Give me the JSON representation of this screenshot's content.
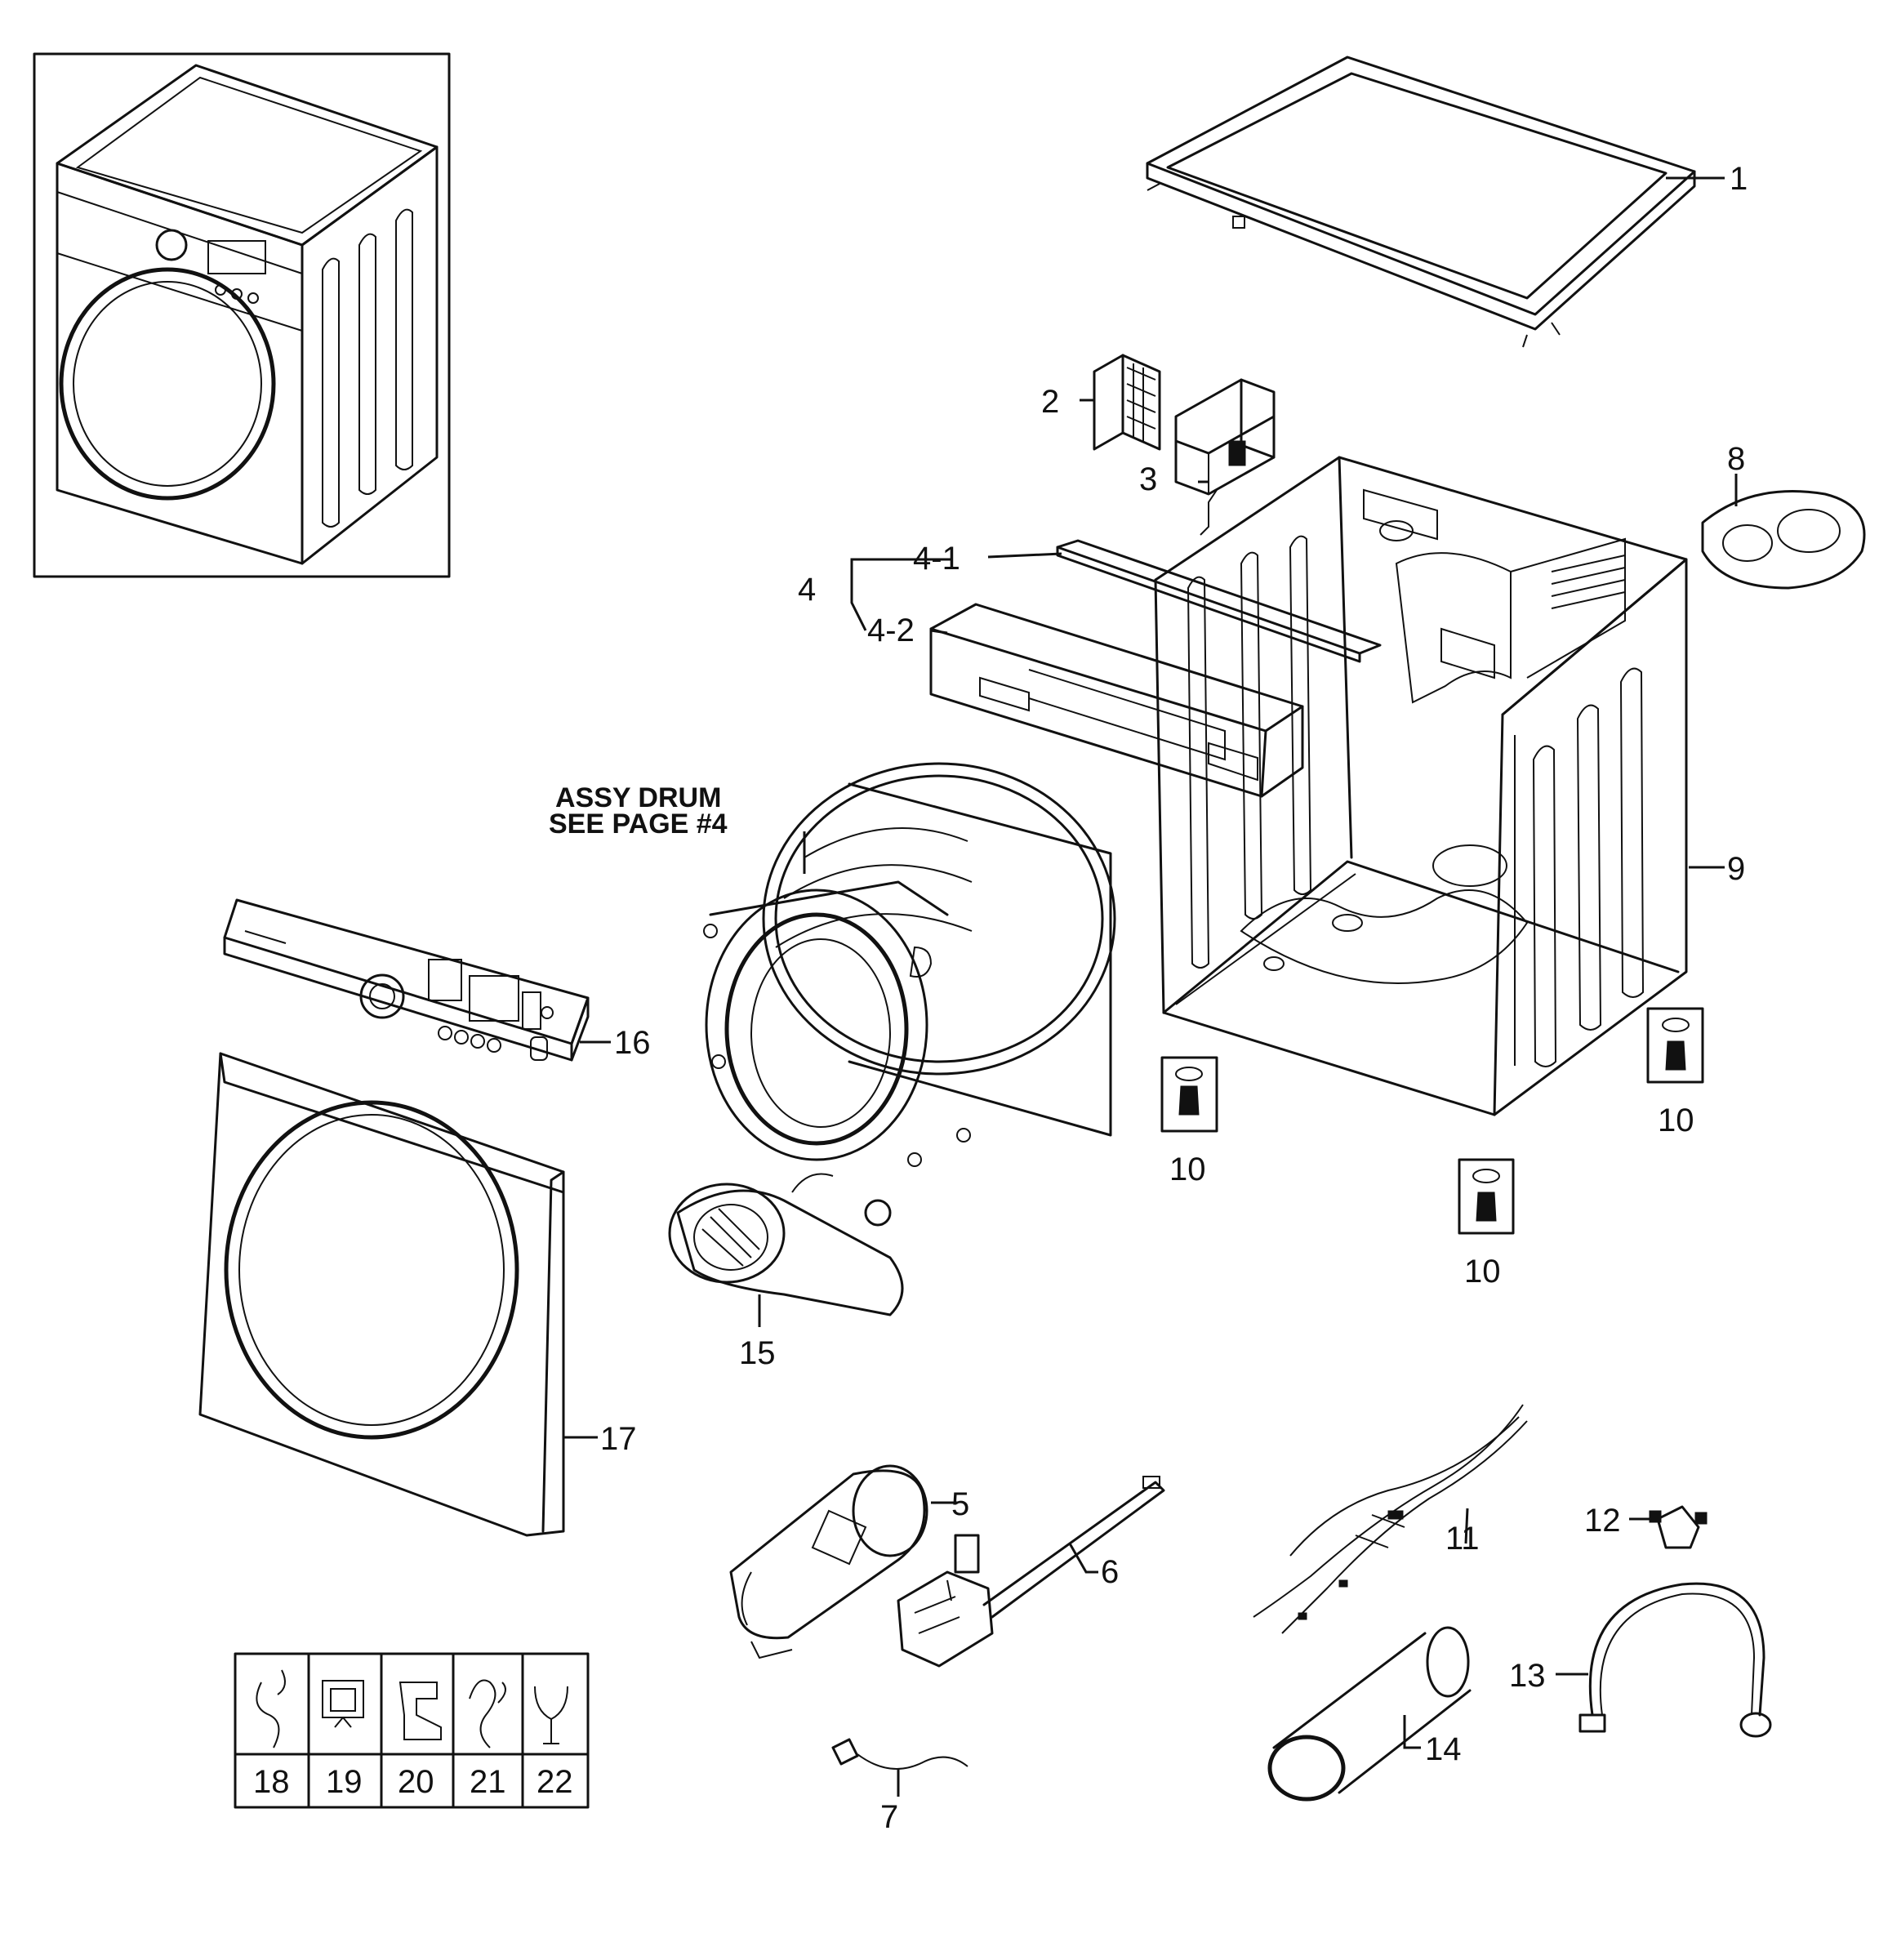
{
  "note": {
    "line1": "ASSY DRUM",
    "line2": "SEE PAGE #4"
  },
  "callouts": {
    "c1": "1",
    "c2": "2",
    "c3": "3",
    "c4": "4",
    "c4_1": "4-1",
    "c4_2": "4-2",
    "c5": "5",
    "c6": "6",
    "c7": "7",
    "c8": "8",
    "c9": "9",
    "c10a": "10",
    "c10b": "10",
    "c10c": "10",
    "c11": "11",
    "c12": "12",
    "c13": "13",
    "c14": "14",
    "c15": "15",
    "c16": "16",
    "c17": "17"
  },
  "clip_table": [
    "18",
    "19",
    "20",
    "21",
    "22"
  ]
}
